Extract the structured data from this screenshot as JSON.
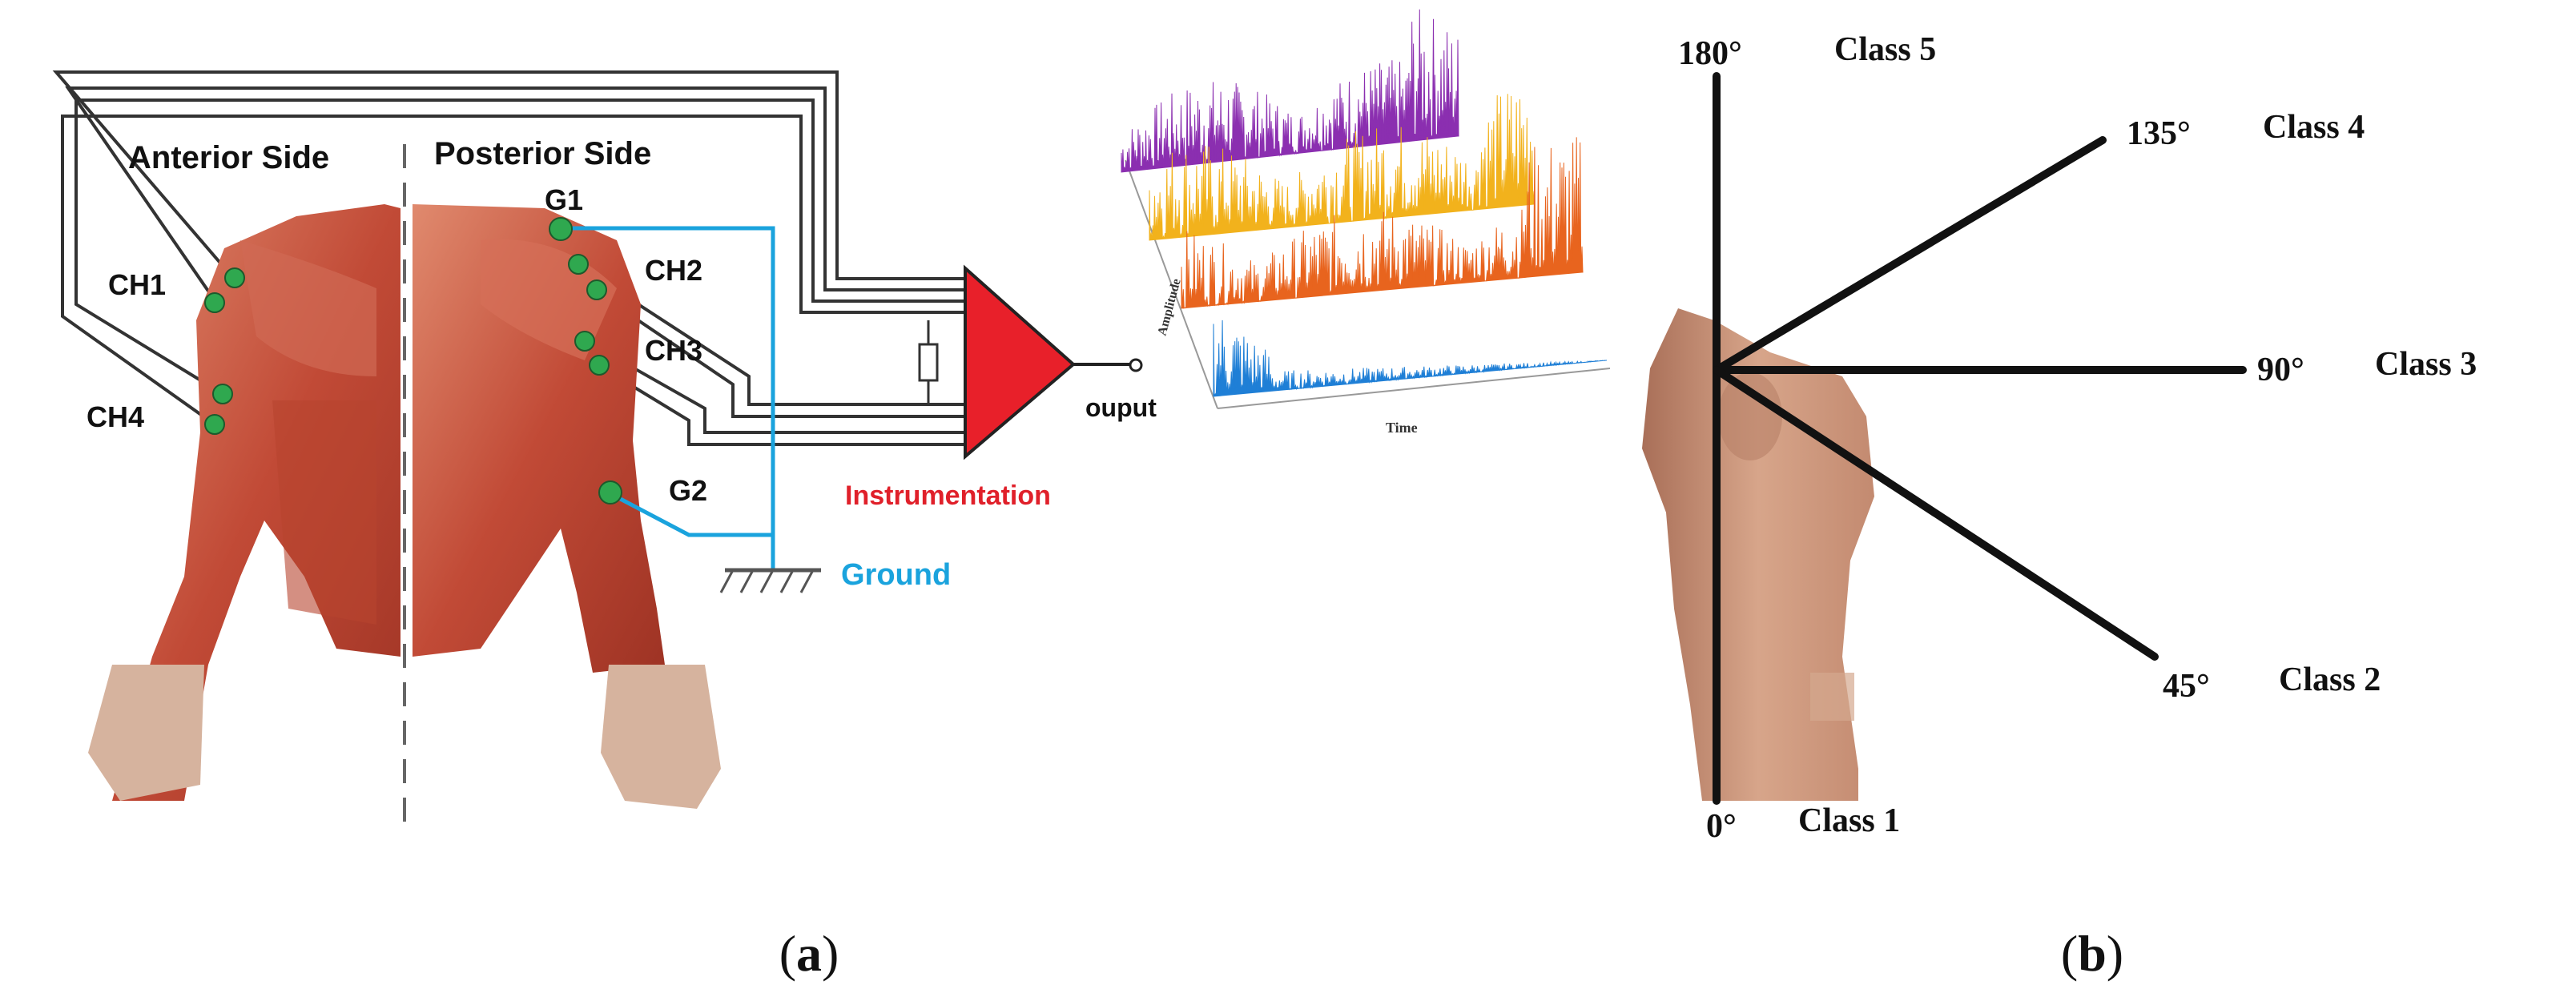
{
  "panel_a": {
    "label_open": "(",
    "label_letter": "a",
    "label_close": ")",
    "anterior_side": "Anterior Side",
    "posterior_side": "Posterior Side",
    "channels": {
      "ch1": "CH1",
      "ch2": "CH2",
      "ch3": "CH3",
      "ch4": "CH4"
    },
    "ground_electrodes": {
      "g1": "G1",
      "g2": "G2"
    },
    "amplifier_label": "Instrumentation",
    "output_label": "ouput",
    "ground_label": "Ground",
    "plot_y_label": "Amplitude",
    "plot_x_label": "Time"
  },
  "panel_b": {
    "label_open": "(",
    "label_letter": "b",
    "label_close": ")",
    "angles": [
      {
        "angle": "180°",
        "class": "Class 5"
      },
      {
        "angle": "135°",
        "class": "Class 4"
      },
      {
        "angle": "90°",
        "class": "Class 3"
      },
      {
        "angle": "45°",
        "class": "Class 2"
      },
      {
        "angle": "0°",
        "class": "Class 1"
      }
    ]
  },
  "colors": {
    "wire": "#333333",
    "electrode": "#2fa84f",
    "ground_wire": "#1aa3dd",
    "amplifier": "#e8202a",
    "amplifier_text": "#e0202a",
    "ground_text": "#1aa3dd",
    "trace_purple": "#8b2fb0",
    "trace_yellow": "#f2b21c",
    "trace_orange": "#e8641e",
    "trace_blue": "#1f7fd6",
    "muscle": "#c8563e",
    "skin": "#c98f72"
  }
}
